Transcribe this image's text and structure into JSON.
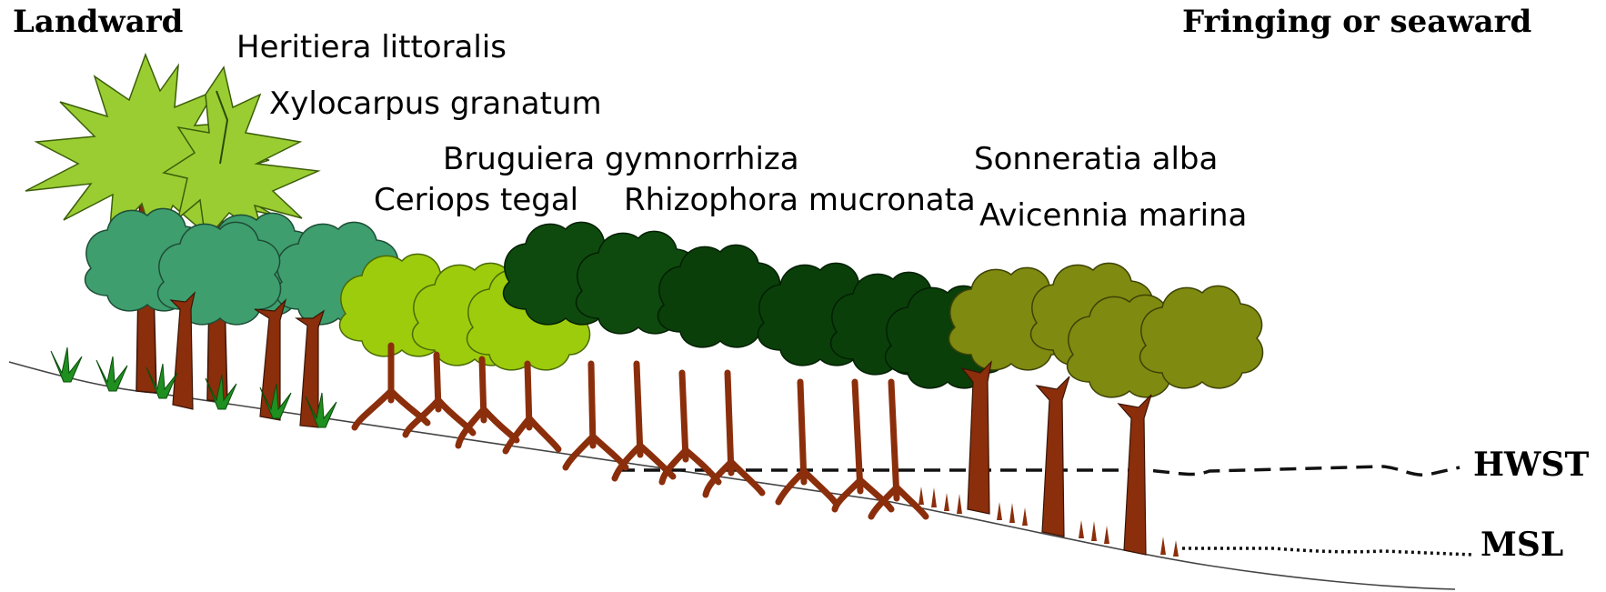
{
  "zones": {
    "left": "Landward",
    "right": "Fringing or seaward"
  },
  "species": [
    "Heritiera littoralis",
    "Xylocarpus granatum",
    "Bruguiera gymnorrhiza",
    "Ceriops tegal",
    "Rhizophora mucronata",
    "Sonneratia alba",
    "Avicennia marina"
  ],
  "levels": {
    "high": "HWST",
    "mean": "MSL"
  },
  "colors": {
    "heritiera": "#9ACD32",
    "xylocarpus": "#3E9E6E",
    "ceriops": "#9DCC0D",
    "bruguiera": "#0E4A0E",
    "rhizophora": "#0A3F0A",
    "sonneratia": "#7F8A10",
    "trunk": "#8B2E0B",
    "seedling": "#1F8F1F"
  }
}
